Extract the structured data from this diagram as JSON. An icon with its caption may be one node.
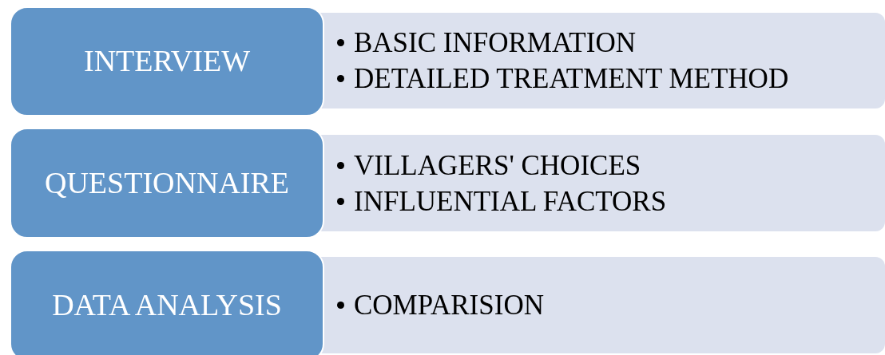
{
  "diagram": {
    "nodes": [
      {
        "text": [
          "INTERVIEW"
        ]
      },
      {
        "text": [
          "BASIC INFORMATION",
          "DETAILED TREATMENT METHOD"
        ]
      },
      {
        "text": [
          "QUESTIONNAIRE"
        ]
      },
      {
        "text": [
          "VILLAGERS' CHOICES",
          "INFLUENTIAL FACTORS"
        ]
      },
      {
        "text": [
          "DATA ANALYSIS"
        ]
      },
      {
        "text": [
          "COMPARISION"
        ]
      }
    ]
  }
}
